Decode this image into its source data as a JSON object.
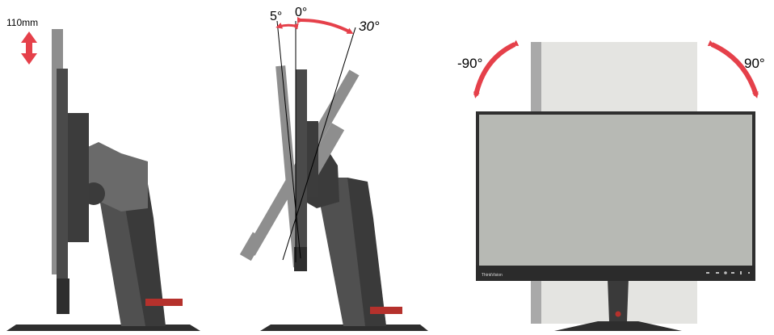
{
  "height_panel": {
    "height_label": "110mm"
  },
  "tilt_panel": {
    "tilt_back_label": "5°",
    "tilt_zero_label": "0°",
    "tilt_forward_label": "30°"
  },
  "pivot_panel": {
    "pivot_left_label": "-90°",
    "pivot_right_label": "90°",
    "brand_logo": "ThinkVision"
  },
  "colors": {
    "arrow": "#e5404a",
    "monitor_dark": "#4a4a4a",
    "monitor_light": "#8e8e8e",
    "screen": "#b7b9b4",
    "pivot_ghost": "#e4e4e1",
    "base_accent": "#b5312c"
  }
}
